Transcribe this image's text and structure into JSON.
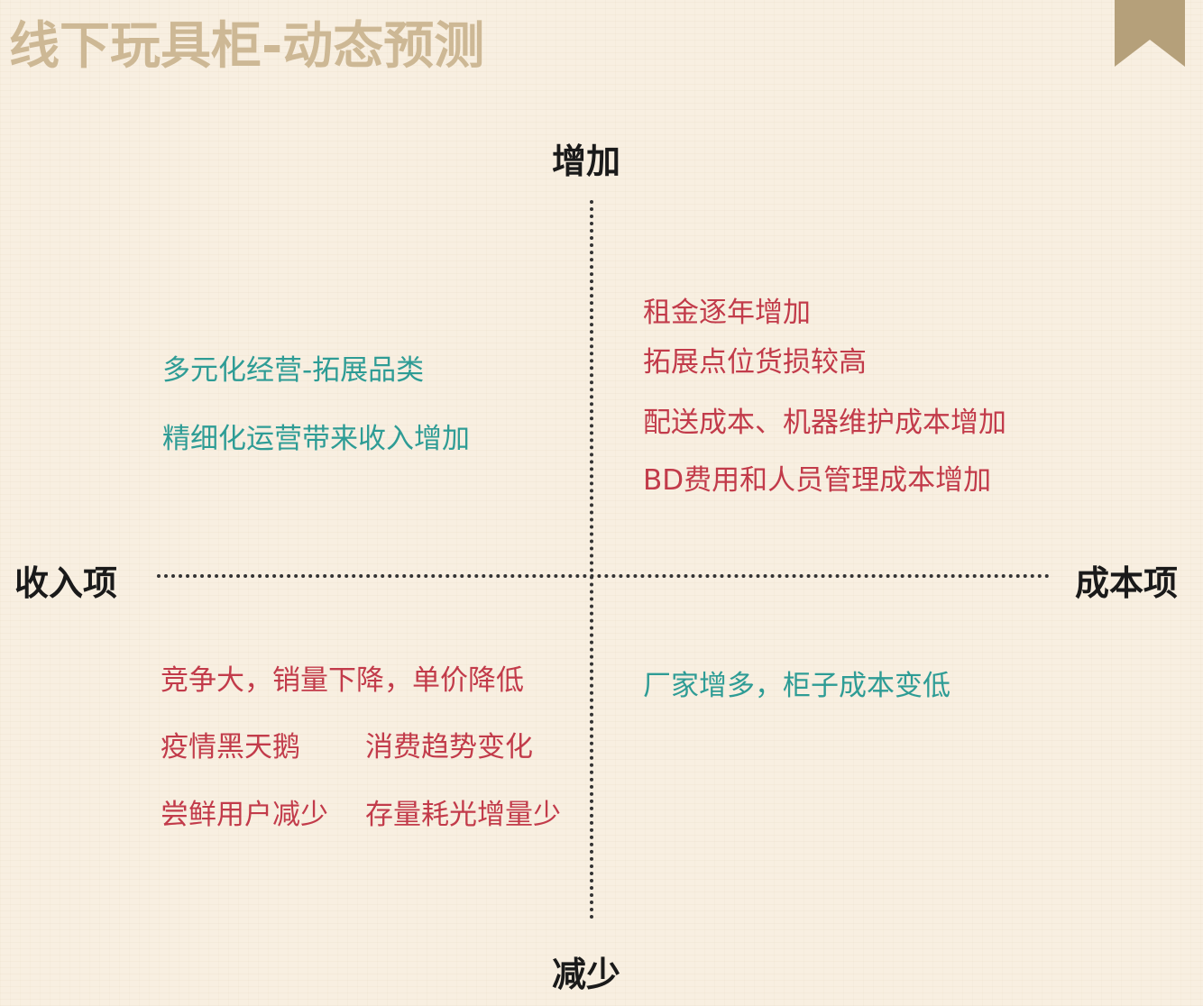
{
  "title": "线下玩具柜-动态预测",
  "axes": {
    "top": "增加",
    "bottom": "减少",
    "left": "收入项",
    "right": "成本项"
  },
  "quadrants": {
    "top_left": [
      "多元化经营-拓展品类",
      "精细化运营带来收入增加"
    ],
    "top_right": [
      "租金逐年增加",
      "拓展点位货损较高",
      "配送成本、机器维护成本增加",
      "BD费用和人员管理成本增加"
    ],
    "bottom_left": [
      "竞争大，销量下降，单价降低",
      "疫情黑天鹅",
      "消费趋势变化",
      "尝鲜用户减少",
      "存量耗光增量少"
    ],
    "bottom_right": [
      "厂家增多，柜子成本变低"
    ]
  },
  "colors": {
    "positive": "#2e9c95",
    "negative": "#c23b4a",
    "title": "#cdb895",
    "bookmark": "#b5a07a"
  }
}
